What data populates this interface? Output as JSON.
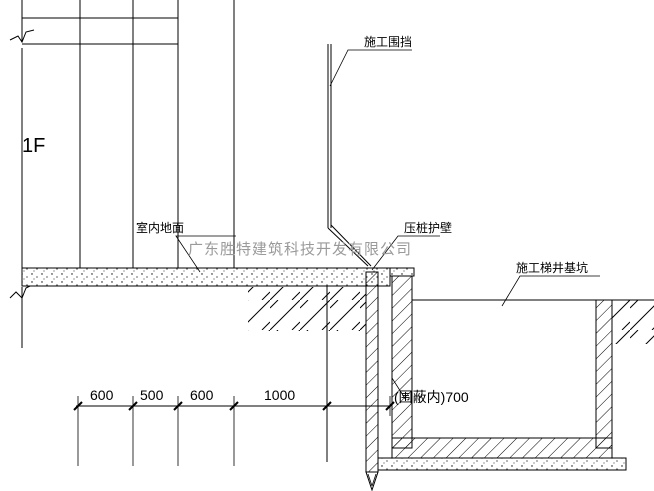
{
  "drawing": {
    "floor_label": "1F",
    "labels": {
      "hoarding": "施工围挡",
      "indoor_floor": "室内地面",
      "pile_wall": "压桩护壁",
      "pit": "施工梯井基坑"
    },
    "dimensions": [
      "600",
      "500",
      "600",
      "1000"
    ],
    "clear_dim": "(围蔽内)700",
    "watermark": "广东胜特建筑科技开发有限公司",
    "colors": {
      "line": "#000000",
      "watermark": "#9a9a9a"
    }
  }
}
